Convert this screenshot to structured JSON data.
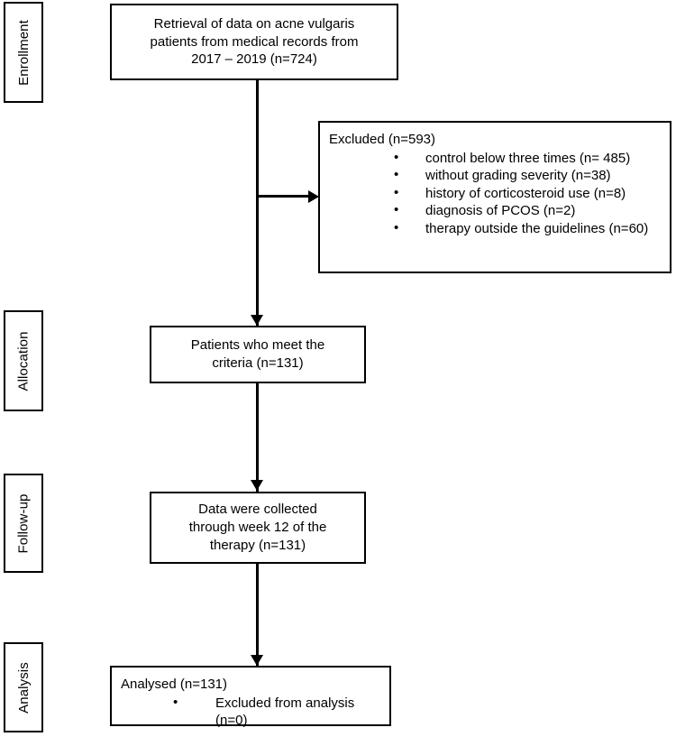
{
  "diagram": {
    "title": "CONSORT-style participant flow diagram",
    "line_color": "#000000",
    "background": "#ffffff"
  },
  "stages": [
    {
      "id": "enrollment",
      "label": "Enrollment"
    },
    {
      "id": "allocation",
      "label": "Allocation"
    },
    {
      "id": "followup",
      "label": "Follow-up"
    },
    {
      "id": "analysis",
      "label": "Analysis"
    }
  ],
  "boxes": {
    "retrieval": {
      "text": "Retrieval of data on acne vulgaris\npatients from medical records from\n2017 – 2019 (n=724)"
    },
    "excluded": {
      "heading": "Excluded (n=593)",
      "items": [
        "control below three times (n= 485)",
        "without grading severity (n=38)",
        "history of corticosteroid use (n=8)",
        "diagnosis of PCOS (n=2)",
        "therapy outside the guidelines (n=60)"
      ]
    },
    "criteria": {
      "text": "Patients who meet the\ncriteria (n=131)"
    },
    "collected": {
      "text": "Data were collected\nthrough week 12 of the\ntherapy (n=131)"
    },
    "analysed": {
      "heading": "Analysed (n=131)",
      "items": [
        "Excluded from analysis (n=0)"
      ]
    }
  }
}
